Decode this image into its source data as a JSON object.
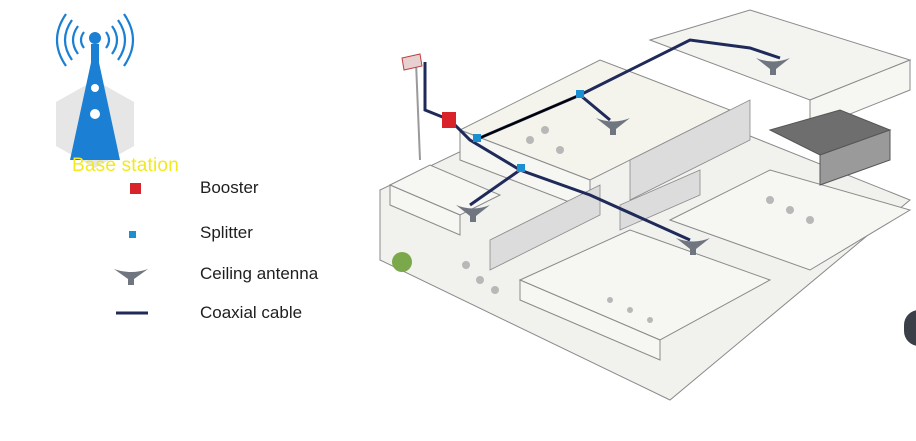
{
  "base_station": {
    "label": "Base station"
  },
  "legend": [
    {
      "label": "Booster",
      "symbol": "booster-square",
      "color": "#d9232a"
    },
    {
      "label": "Splitter",
      "symbol": "splitter-square",
      "color": "#1a8fd1"
    },
    {
      "label": "Ceiling antenna",
      "symbol": "ceiling-antenna",
      "color": "#6f7680"
    },
    {
      "label": "Coaxial cable",
      "symbol": "cable-line",
      "color": "#1f2a5a"
    }
  ],
  "colors": {
    "tower_blue": "#1b7fd3",
    "cable": "#1f2a5a",
    "booster": "#d9232a",
    "splitter": "#1a8fd1",
    "label_yellow": "#f2ea1c"
  }
}
